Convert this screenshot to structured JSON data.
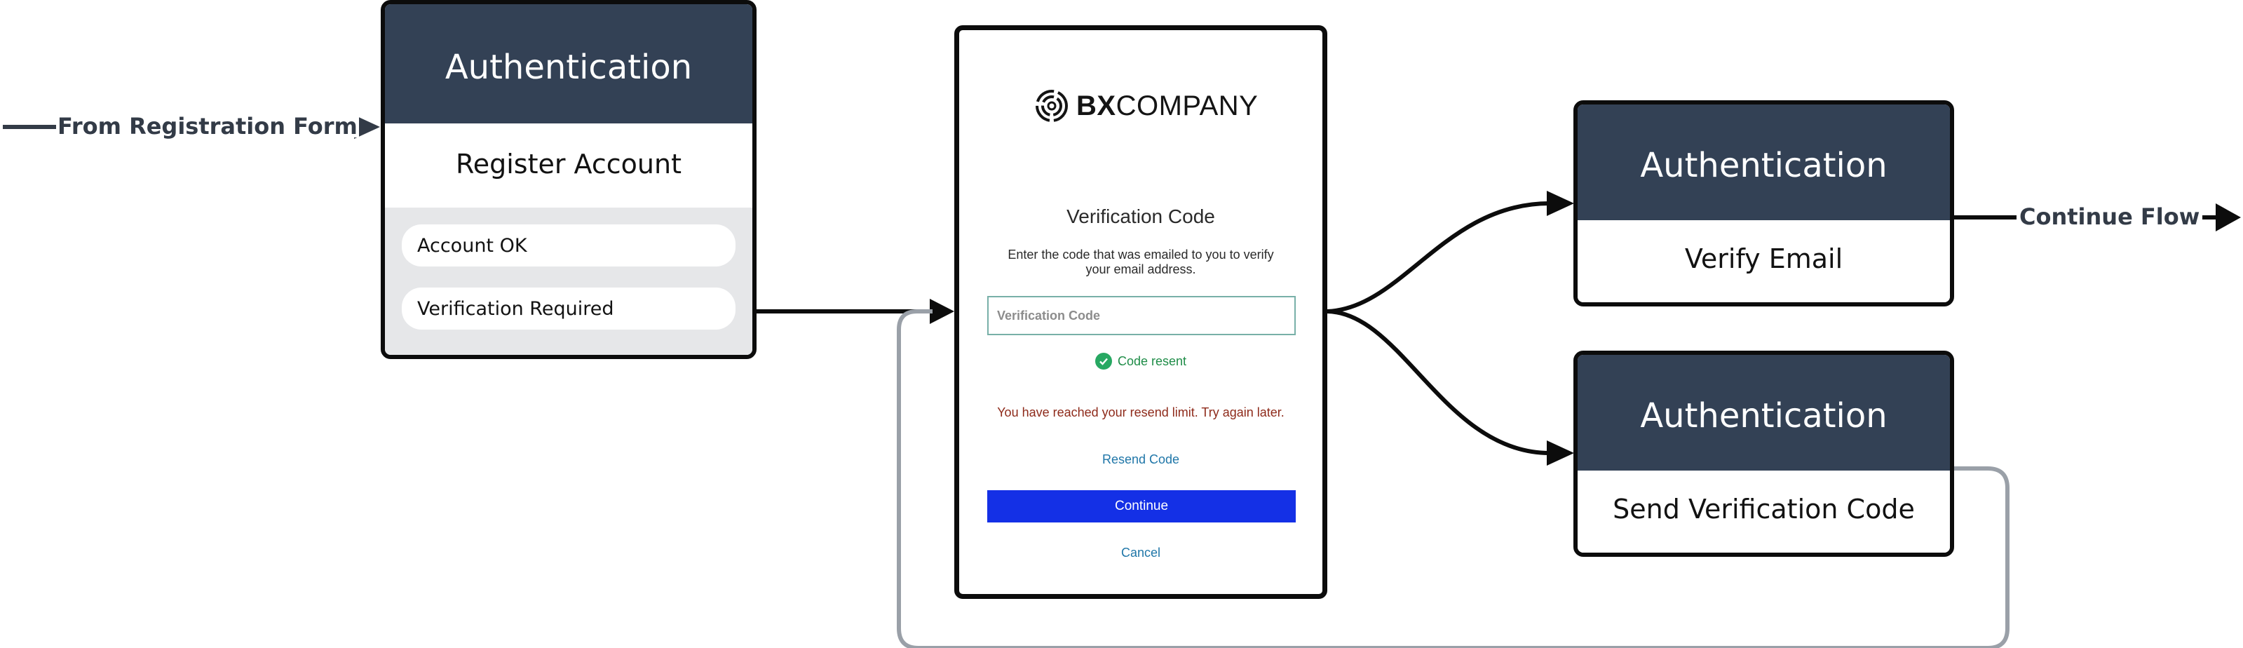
{
  "flow_labels": {
    "incoming": "From Registration Form",
    "outgoing": "Continue Flow"
  },
  "register_node": {
    "header": "Authentication",
    "title": "Register Account",
    "outputs": [
      "Account OK",
      "Verification Required"
    ]
  },
  "screen": {
    "logo": {
      "bold": "BX",
      "regular": "COMPANY"
    },
    "title": "Verification Code",
    "description": "Enter the code that was emailed to you to verify your email address.",
    "input_placeholder": "Verification Code",
    "input_value": "",
    "success_message": "Code resent",
    "error_message": "You have reached your resend limit. Try again later.",
    "resend_label": "Resend Code",
    "continue_label": "Continue",
    "cancel_label": "Cancel"
  },
  "verify_node": {
    "header": "Authentication",
    "title": "Verify Email"
  },
  "send_node": {
    "header": "Authentication",
    "title": "Send Verification Code"
  },
  "colors": {
    "node_header": "#334155",
    "continue_button": "#1430e6",
    "link": "#1f76a8",
    "success": "#27a862",
    "error": "#8e2a1a",
    "loop_connector": "#9aa0a8"
  }
}
